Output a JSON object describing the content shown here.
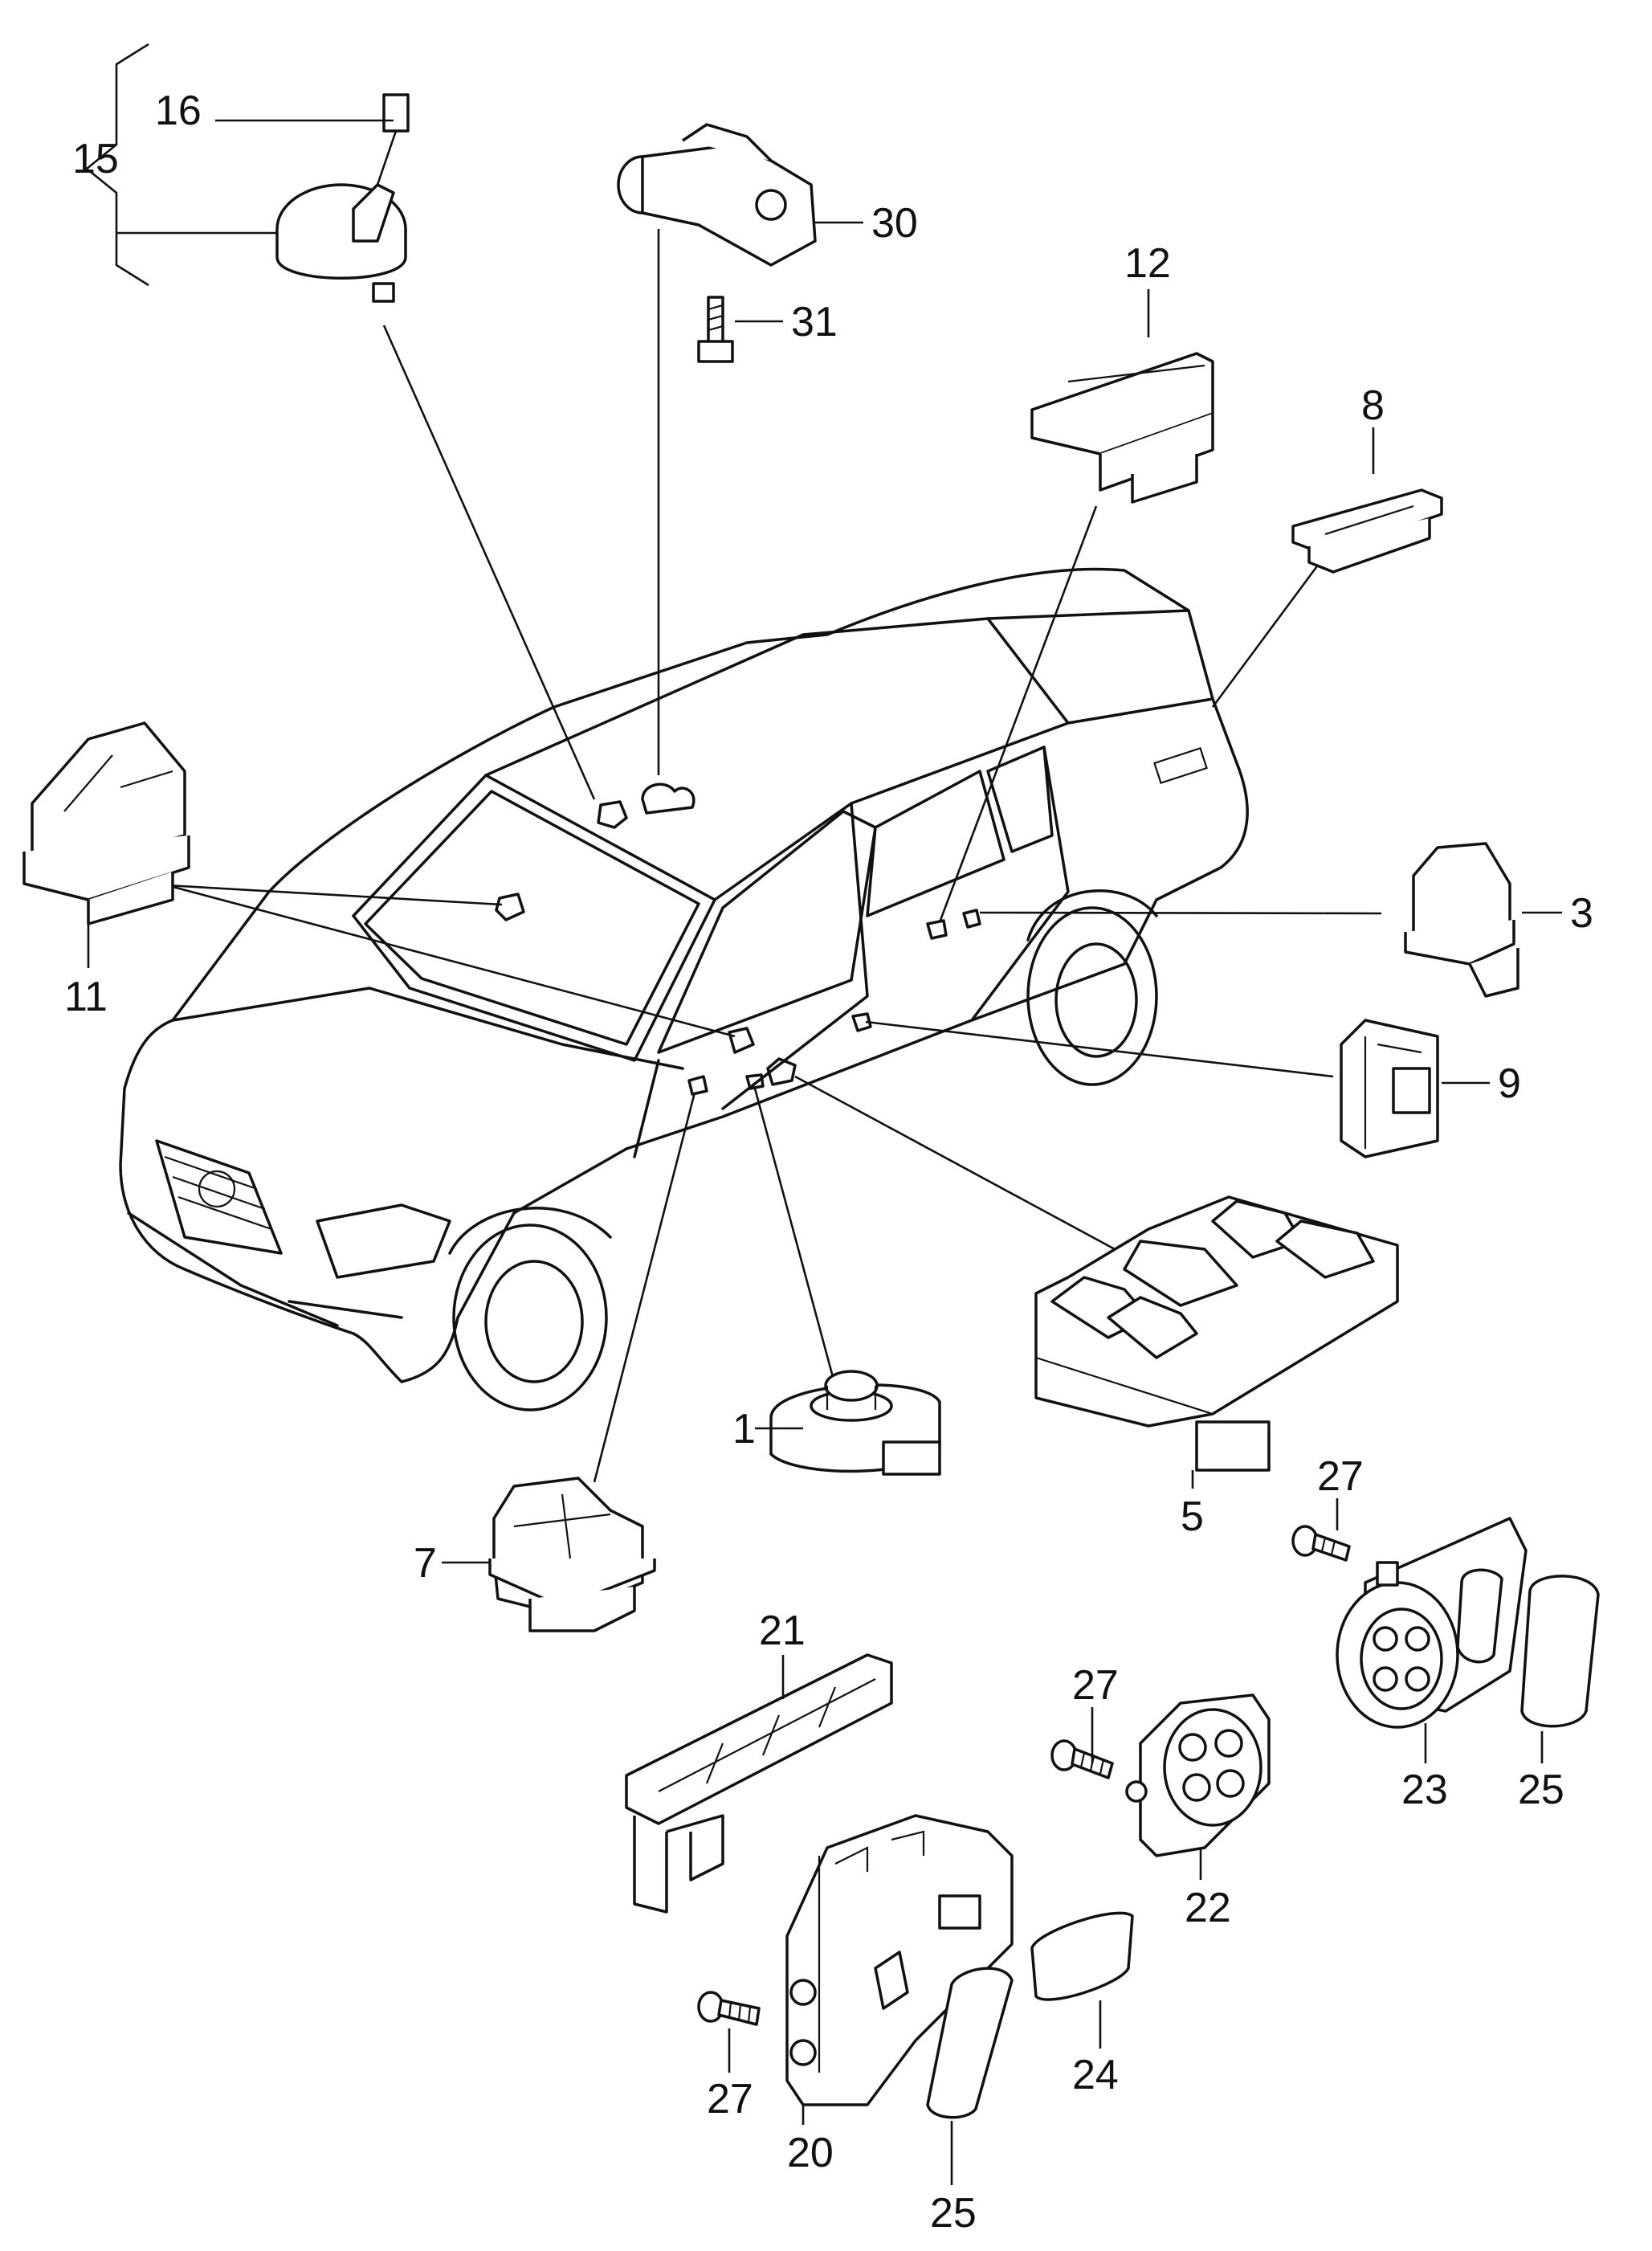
{
  "diagram": {
    "background": "#ffffff",
    "line_color": "#111111",
    "labels": {
      "p1": "1",
      "p3": "3",
      "p5": "5",
      "p7": "7",
      "p8": "8",
      "p9": "9",
      "p11": "11",
      "p12": "12",
      "p15": "15",
      "p16": "16",
      "p20": "20",
      "p21": "21",
      "p22": "22",
      "p23": "23",
      "p24": "24",
      "p25a": "25",
      "p25b": "25",
      "p27a": "27",
      "p27b": "27",
      "p27c": "27",
      "p30": "30",
      "p31": "31"
    }
  }
}
